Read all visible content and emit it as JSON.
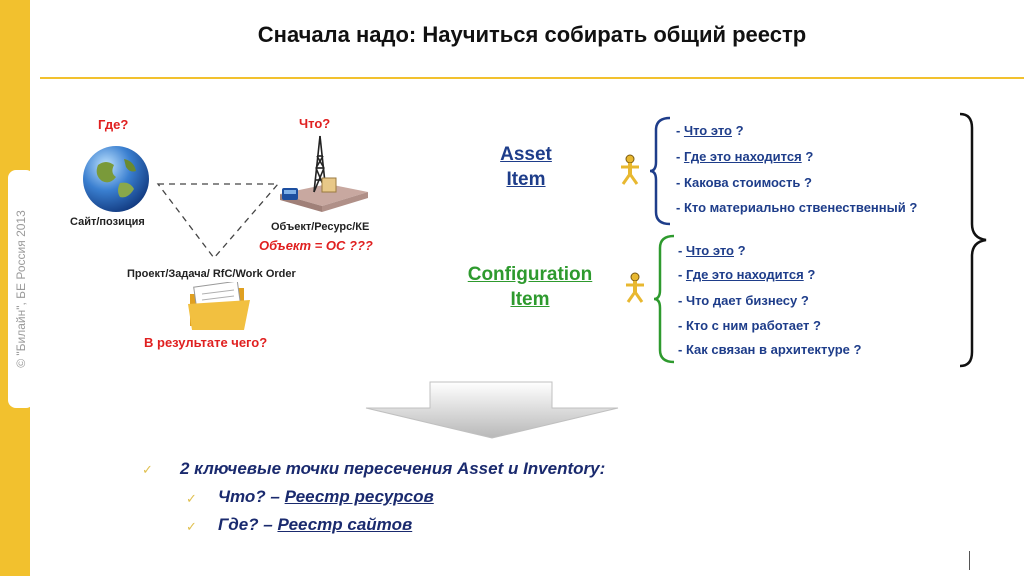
{
  "sidebar": {
    "copyright": "© \"Билайн\", БЕ Россия 2013"
  },
  "title": "Сначала надо: Научиться собирать общий реестр",
  "diagram": {
    "where_label": "Где?",
    "what_label": "Что?",
    "site_label": "Сайт/позиция",
    "object_label": "Объект/Ресурс/КЕ",
    "object_eq": "Объект = ОС ???",
    "project_label": "Проект/Задача/ RfC/Work Order",
    "result_label": "В результате чего?"
  },
  "asset": {
    "title_line1": "Asset",
    "title_line2": "Item",
    "color": "#1e3d8a",
    "items": [
      {
        "prefix": "- ",
        "link": "Что это",
        "suffix": " ?"
      },
      {
        "prefix": "- ",
        "link": "Где это находится",
        "suffix": " ?"
      },
      {
        "prefix": "- ",
        "link": "",
        "suffix": "Какова стоимость ?"
      },
      {
        "prefix": "- ",
        "link": "",
        "suffix": "Кто материально ственественный ?"
      }
    ]
  },
  "ci": {
    "title_line1": "Configuration",
    "title_line2": "Item",
    "color": "#2e9a2e",
    "items": [
      {
        "prefix": "- ",
        "link": "Что это",
        "suffix": " ?"
      },
      {
        "prefix": "- ",
        "link": "Где это находится",
        "suffix": " ?"
      },
      {
        "prefix": "- ",
        "link": "",
        "suffix": "Что дает бизнесу ?"
      },
      {
        "prefix": "- ",
        "link": "",
        "suffix": "Кто с ним работает ?"
      },
      {
        "prefix": "- ",
        "link": "",
        "suffix": "Как связан в архитектуре ?"
      }
    ]
  },
  "bullets": {
    "main": "2 ключевые точки пересечения Asset и Inventory:",
    "sub1_label": "Что? – ",
    "sub1_link": "Реестр ресурсов",
    "sub2_label": "Где? – ",
    "sub2_link": "Реестр сайтов"
  },
  "colors": {
    "accent": "#f2c12e",
    "red": "#e02020",
    "navy": "#1a2a6e",
    "green": "#2e9a2e"
  }
}
